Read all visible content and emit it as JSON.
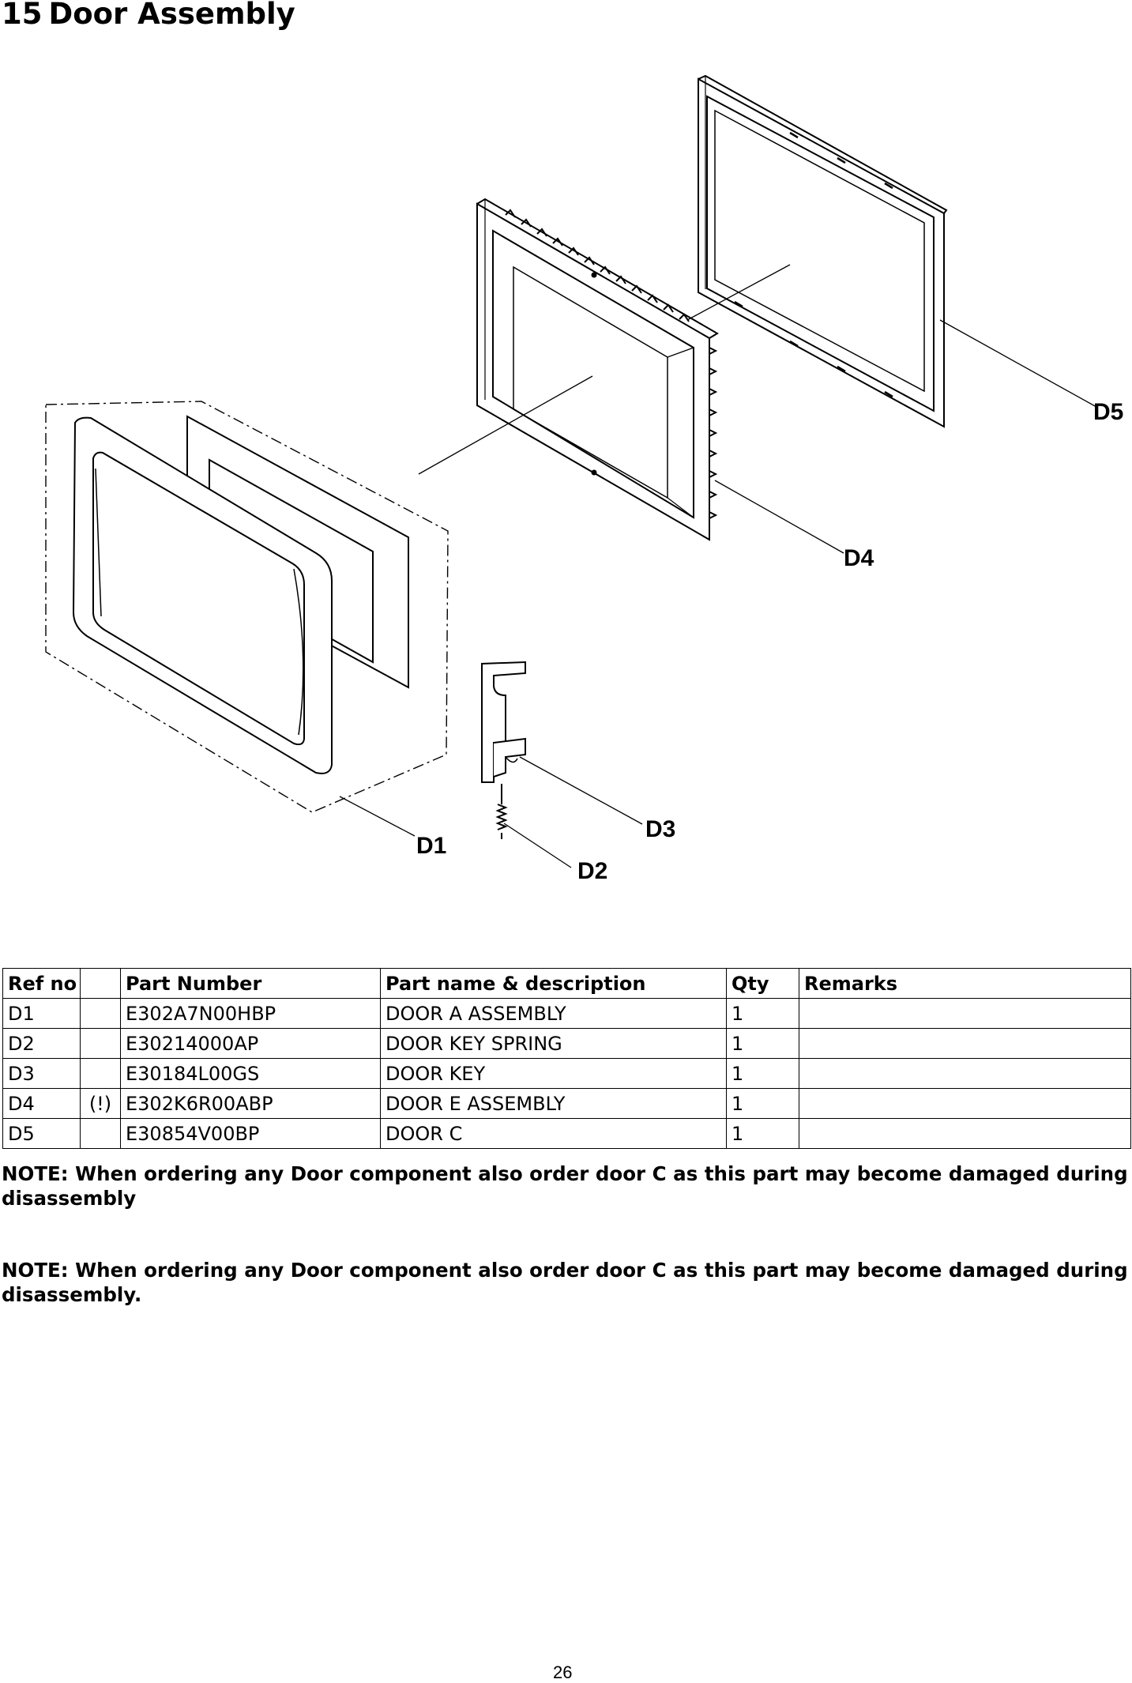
{
  "section": {
    "number": "15",
    "title": "Door Assembly"
  },
  "diagram": {
    "callouts": {
      "d1": "D1",
      "d2": "D2",
      "d3": "D3",
      "d4": "D4",
      "d5": "D5"
    }
  },
  "table": {
    "headers": {
      "ref": "Ref no",
      "flag": "",
      "part_number": "Part Number",
      "description": "Part name & description",
      "qty": "Qty",
      "remarks": "Remarks"
    },
    "rows": [
      {
        "ref": "D1",
        "flag": "",
        "part_number": "E302A7N00HBP",
        "description": "DOOR A ASSEMBLY",
        "qty": "1",
        "remarks": ""
      },
      {
        "ref": "D2",
        "flag": "",
        "part_number": "E30214000AP",
        "description": "DOOR KEY SPRING",
        "qty": "1",
        "remarks": ""
      },
      {
        "ref": "D3",
        "flag": "",
        "part_number": "E30184L00GS",
        "description": "DOOR KEY",
        "qty": "1",
        "remarks": ""
      },
      {
        "ref": "D4",
        "flag": "(!)",
        "part_number": "E302K6R00ABP",
        "description": "DOOR E ASSEMBLY",
        "qty": "1",
        "remarks": ""
      },
      {
        "ref": "D5",
        "flag": "",
        "part_number": "E30854V00BP",
        "description": "DOOR C",
        "qty": "1",
        "remarks": ""
      }
    ]
  },
  "notes": {
    "note1": "NOTE: When ordering any Door component also order door C as this part may become damaged during disassembly",
    "note2": "NOTE: When ordering any Door component also order door C as this part may become damaged during disassembly."
  },
  "page_number": "26"
}
